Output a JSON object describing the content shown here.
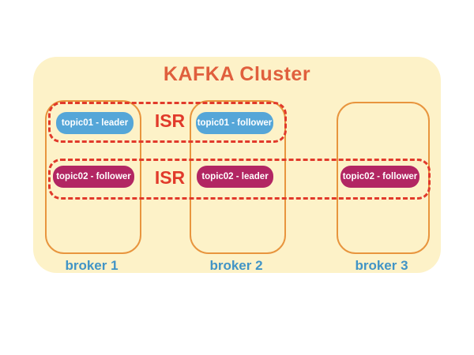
{
  "diagram": {
    "title": "KAFKA Cluster",
    "brokers": [
      {
        "label": "broker 1"
      },
      {
        "label": "broker 2"
      },
      {
        "label": "broker 3"
      }
    ],
    "isr_groups": [
      {
        "label": "ISR",
        "topic": "topic01"
      },
      {
        "label": "ISR",
        "topic": "topic02"
      }
    ],
    "replicas": [
      {
        "label": "topic01 - leader",
        "topic": "topic01",
        "role": "leader",
        "broker": "broker 1"
      },
      {
        "label": "topic01 - follower",
        "topic": "topic01",
        "role": "follower",
        "broker": "broker 2"
      },
      {
        "label": "topic02 - follower",
        "topic": "topic02",
        "role": "follower",
        "broker": "broker 1"
      },
      {
        "label": "topic02 - leader",
        "topic": "topic02",
        "role": "leader",
        "broker": "broker 2"
      },
      {
        "label": "topic02 - follower",
        "topic": "topic02",
        "role": "follower",
        "broker": "broker 3"
      }
    ],
    "colors": {
      "panel_bg": "#fdf2c8",
      "broker_border": "#e8953e",
      "isr_red": "#e13a2b",
      "topic01_badge_blue": "#55a6d8",
      "topic02_badge_magenta": "#b22663",
      "title_text": "#e05f3d",
      "broker_label_text": "#4194c6"
    }
  }
}
